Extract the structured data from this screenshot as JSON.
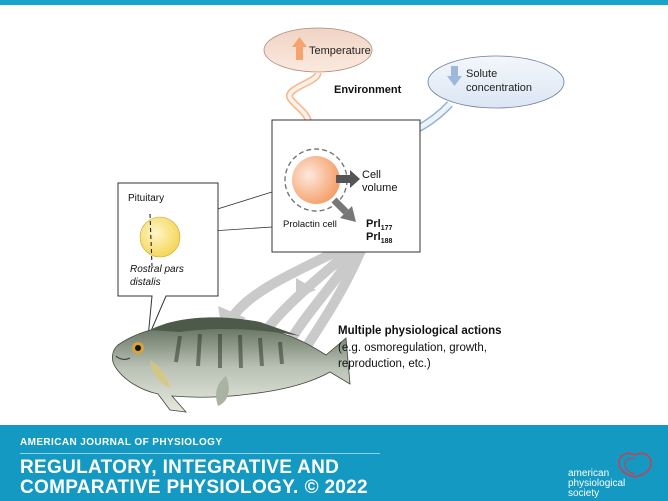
{
  "labels": {
    "temperature": "Temperature",
    "solute_line1": "Solute",
    "solute_line2": "concentration",
    "environment": "Environment",
    "cell_line1": "Cell",
    "cell_line2": "volume",
    "prolactin_cell": "Prolactin cell",
    "prl_prefix": "Prl",
    "prl_177_sub": "177",
    "prl_188_sub": "188",
    "pituitary": "Pituitary",
    "rostral_line1": "Rostral pars",
    "rostral_line2": "distalis",
    "actions_title": "Multiple physiological actions",
    "actions_line1": "(e.g. osmoregulation, growth,",
    "actions_line2": "reproduction, etc.)"
  },
  "footer": {
    "journal_small": "AMERICAN JOURNAL OF PHYSIOLOGY",
    "journal_line1": "REGULATORY, INTEGRATIVE AND",
    "journal_line2": "COMPARATIVE PHYSIOLOGY.",
    "copyright": "© 2022",
    "society_line1": "american",
    "society_line2": "physiological",
    "society_line3": "society"
  },
  "colors": {
    "header_rule": "#1aa3c9",
    "footer_bg": "#1499c2",
    "temperature_fill": "#fbe3d6",
    "temperature_arrow": "#f4a46c",
    "solute_fill": "#e6eef8",
    "solute_arrow": "#8fb2da",
    "prolactin_cell": "#f7a878",
    "pituitary": "#f6dc6a",
    "action_arrows": "#c9c9c9"
  }
}
